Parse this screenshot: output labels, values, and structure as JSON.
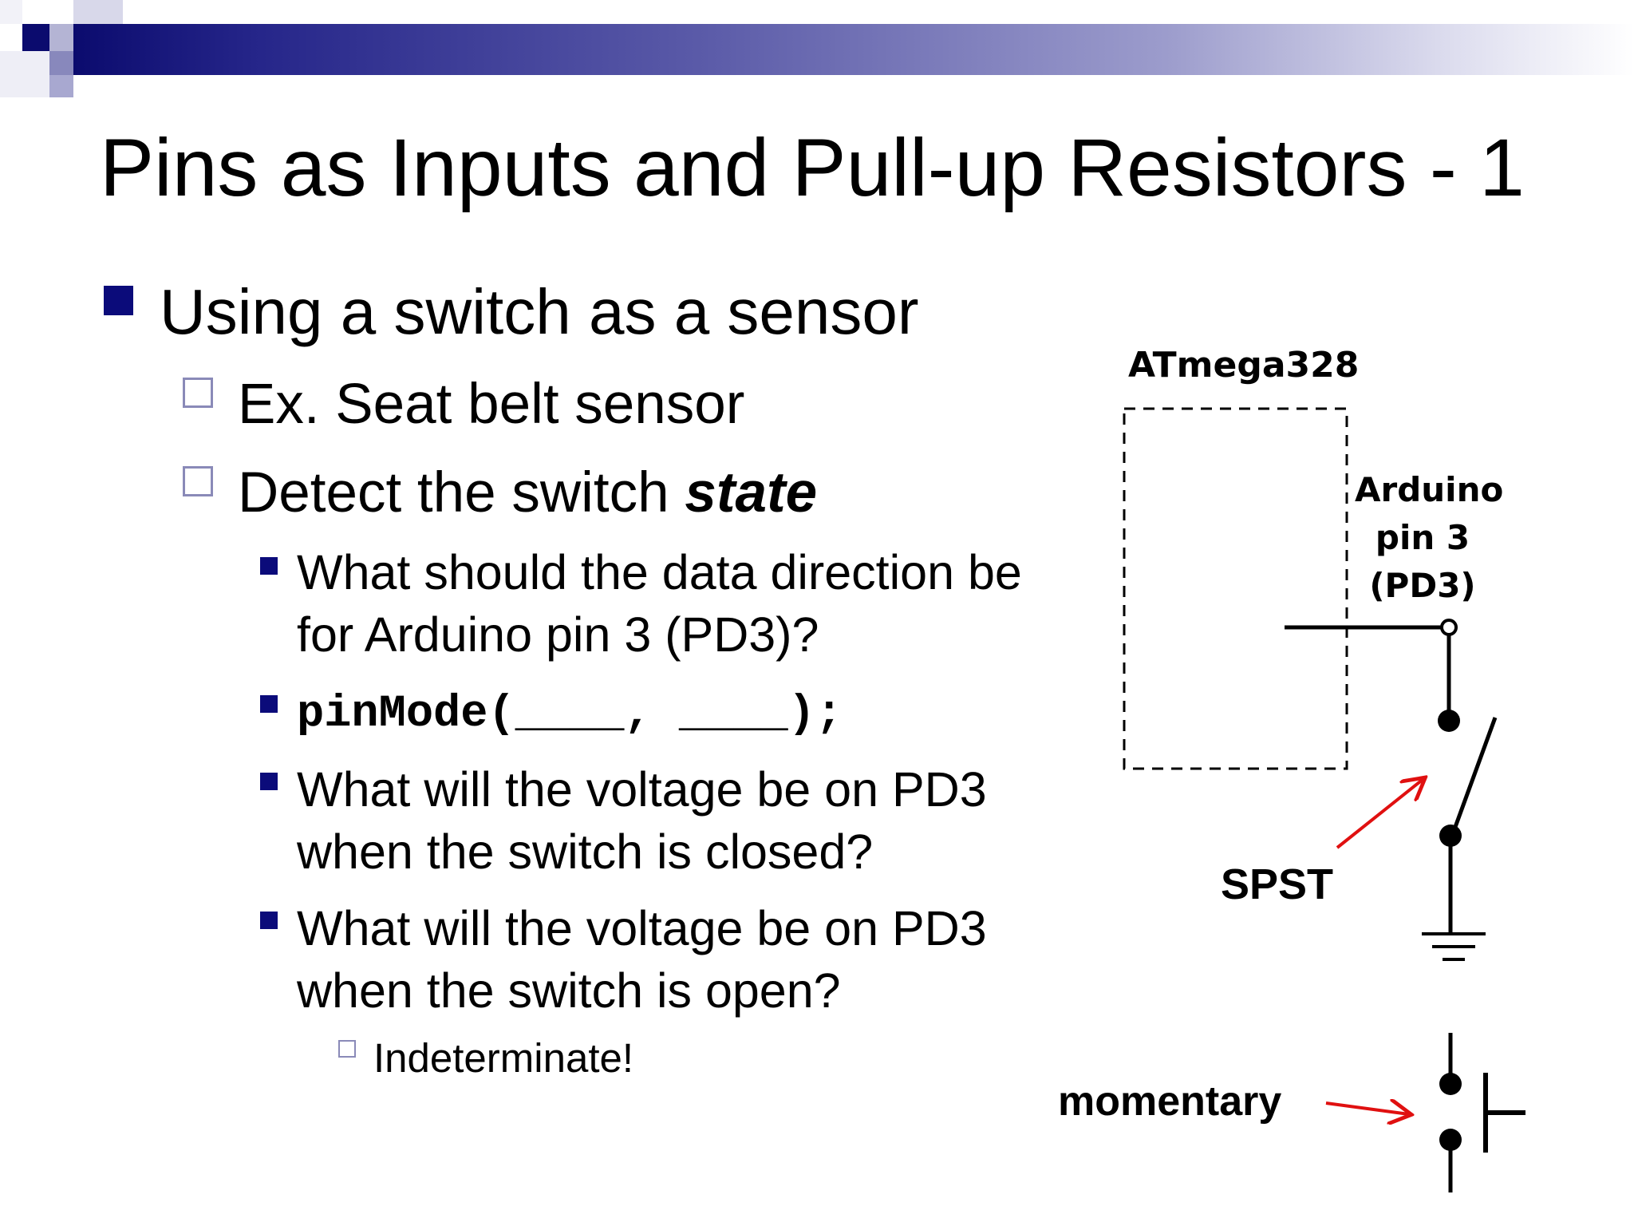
{
  "slide": {
    "title": "Pins as Inputs and Pull-up Resistors - 1",
    "bullets": {
      "level1": "Using a switch as a sensor",
      "example": "Ex. Seat belt sensor",
      "detect_prefix": "Detect the switch ",
      "detect_emphasis": "state",
      "q1_line1": "What should the data direction be",
      "q1_line2": "for Arduino pin 3 (PD3)?",
      "code": "pinMode(____, ____);",
      "q2_line1": "What will the voltage be on PD3",
      "q2_line2": "when the switch is closed?",
      "q3_line1": "What will the voltage be on PD3",
      "q3_line2": "when the switch is open?",
      "answer": "Indeterminate!"
    },
    "diagram": {
      "chip_label": "ATmega328",
      "pin_label_line1": "Arduino",
      "pin_label_line2": "pin 3",
      "pin_label_line3": "(PD3)",
      "spst_label": "SPST",
      "momentary_label": "momentary",
      "arrow_color": "#e01010",
      "line_color": "#000000"
    },
    "theme": {
      "bullet_color": "#0b0b7a",
      "hollow_bullet_color": "#8a8ab8"
    },
    "icons": [
      "bullet-square-icon",
      "bullet-hollow-square-icon",
      "ground-symbol-icon",
      "arrow-icon"
    ]
  }
}
